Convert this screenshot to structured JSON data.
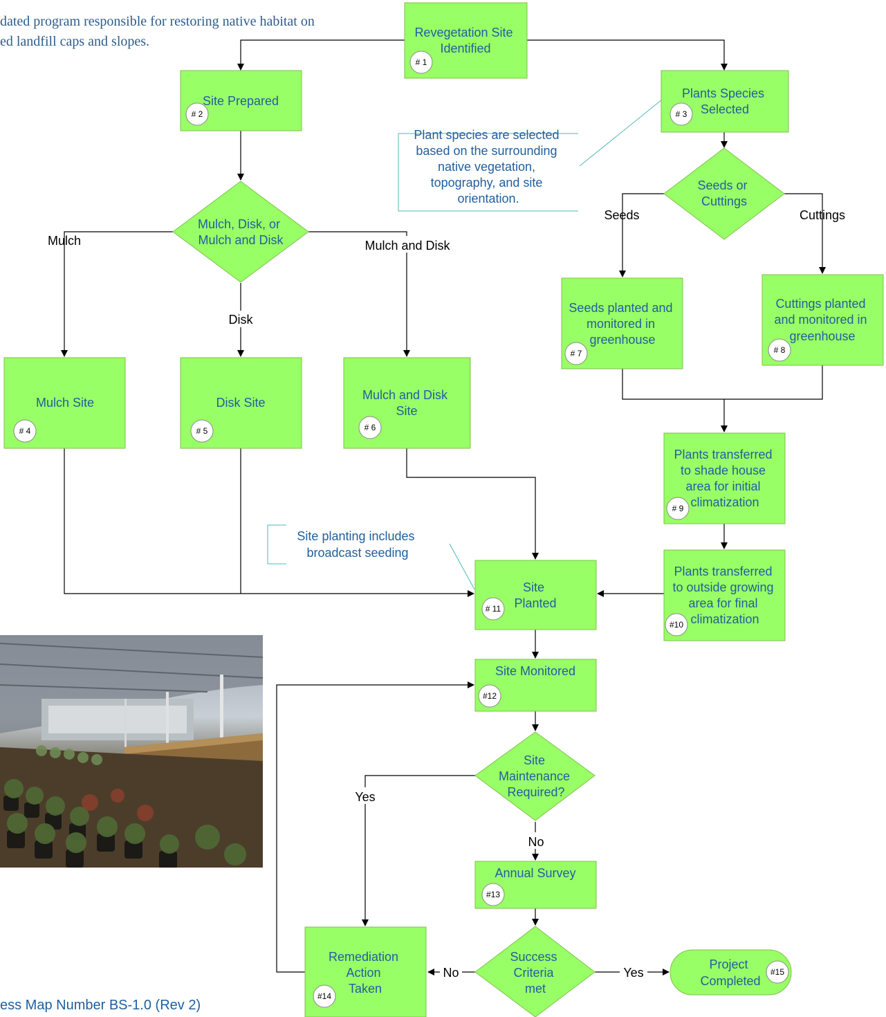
{
  "intro": {
    "line1": "dated program responsible for restoring native habitat on",
    "line2": "ed landfill caps and slopes."
  },
  "footer": "ess Map Number BS-1.0 (Rev 2)",
  "colors": {
    "node_fill": "#99ff66",
    "node_text": "#1f5fa0",
    "callout_line": "#4fb8b8",
    "edge": "#000000"
  },
  "nodes": {
    "n1": {
      "lines": [
        "Revegetation Site",
        "Identified"
      ],
      "badge": "# 1"
    },
    "n2": {
      "lines": [
        "Site Prepared"
      ],
      "badge": "# 2"
    },
    "n3": {
      "lines": [
        "Plants Species",
        "Selected"
      ],
      "badge": "# 3"
    },
    "d1": {
      "lines": [
        "Mulch, Disk, or",
        "Mulch and Disk"
      ]
    },
    "d2": {
      "lines": [
        "Seeds or",
        "Cuttings"
      ]
    },
    "n4": {
      "lines": [
        "Mulch Site"
      ],
      "badge": "# 4"
    },
    "n5": {
      "lines": [
        "Disk Site"
      ],
      "badge": "# 5"
    },
    "n6": {
      "lines": [
        "Mulch and Disk",
        "Site"
      ],
      "badge": "# 6"
    },
    "n7": {
      "lines": [
        "Seeds planted and",
        "monitored in",
        "greenhouse"
      ],
      "badge": "# 7"
    },
    "n8": {
      "lines": [
        "Cuttings planted",
        "and monitored in",
        "greenhouse"
      ],
      "badge": "# 8"
    },
    "n9": {
      "lines": [
        "Plants transferred",
        "to shade house",
        "area for initial",
        "climatization"
      ],
      "badge": "# 9"
    },
    "n10": {
      "lines": [
        "Plants transferred",
        "to outside growing",
        "area for final",
        "climatization"
      ],
      "badge": "#10"
    },
    "n11": {
      "lines": [
        "Site",
        "Planted"
      ],
      "badge": "# 11"
    },
    "n12": {
      "lines": [
        "Site Monitored"
      ],
      "badge": "#12"
    },
    "d3": {
      "lines": [
        "Site",
        "Maintenance",
        "Required?"
      ]
    },
    "n13": {
      "lines": [
        "Annual Survey"
      ],
      "badge": "#13"
    },
    "d4": {
      "lines": [
        "Success",
        "Criteria",
        "met"
      ]
    },
    "n14": {
      "lines": [
        "Remediation",
        "Action",
        "Taken"
      ],
      "badge": "#14"
    },
    "n15": {
      "lines": [
        "Project",
        "Completed"
      ],
      "badge": "#15"
    }
  },
  "edge_labels": {
    "mulch": "Mulch",
    "disk": "Disk",
    "mulch_and_disk": "Mulch and Disk",
    "seeds": "Seeds",
    "cuttings": "Cuttings",
    "yes_maint": "Yes",
    "no_maint": "No",
    "no_success": "No",
    "yes_success": "Yes"
  },
  "callouts": {
    "species": [
      "Plant species are selected",
      "based on the surrounding",
      "native vegetation,",
      "topography, and site",
      "orientation."
    ],
    "planting": [
      "Site planting includes",
      "broadcast seeding"
    ]
  },
  "photo": {
    "subject": "greenhouse shade house with potted native plants"
  }
}
